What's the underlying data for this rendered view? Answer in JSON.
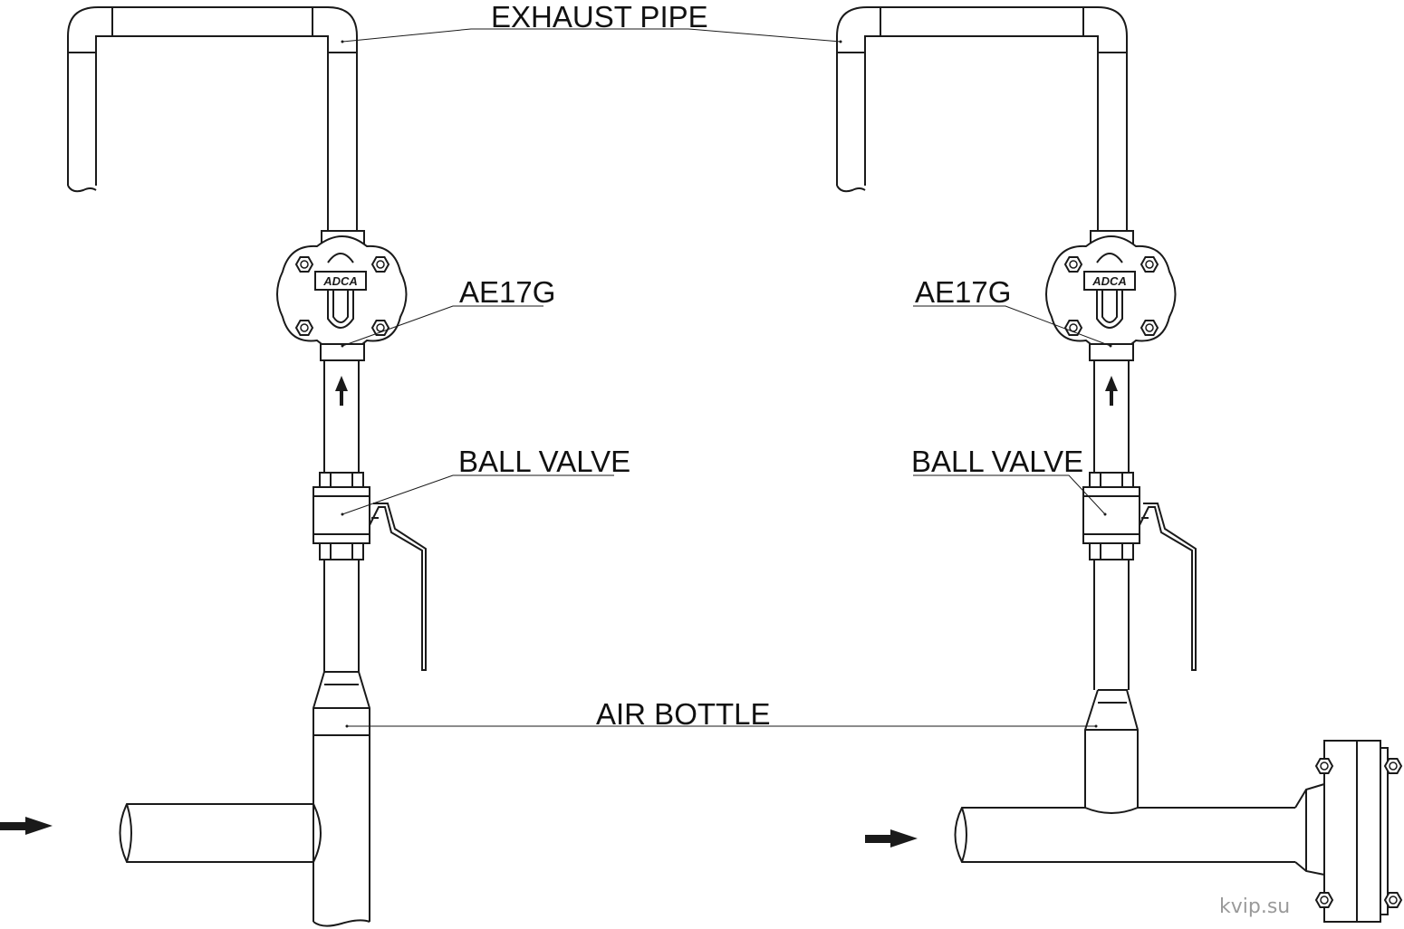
{
  "labels": {
    "exhaust_pipe": "EXHAUST PIPE",
    "ae17g_left": "AE17G",
    "ae17g_right": "AE17G",
    "ball_valve_left": "BALL VALVE",
    "ball_valve_right": "BALL VALVE",
    "air_bottle": "AIR BOTTLE"
  },
  "brand_mark": "ADCA",
  "watermark": "kvip.su",
  "colors": {
    "line": "#1a1a1a",
    "background": "#ffffff",
    "watermark": "#9a9a9a"
  }
}
